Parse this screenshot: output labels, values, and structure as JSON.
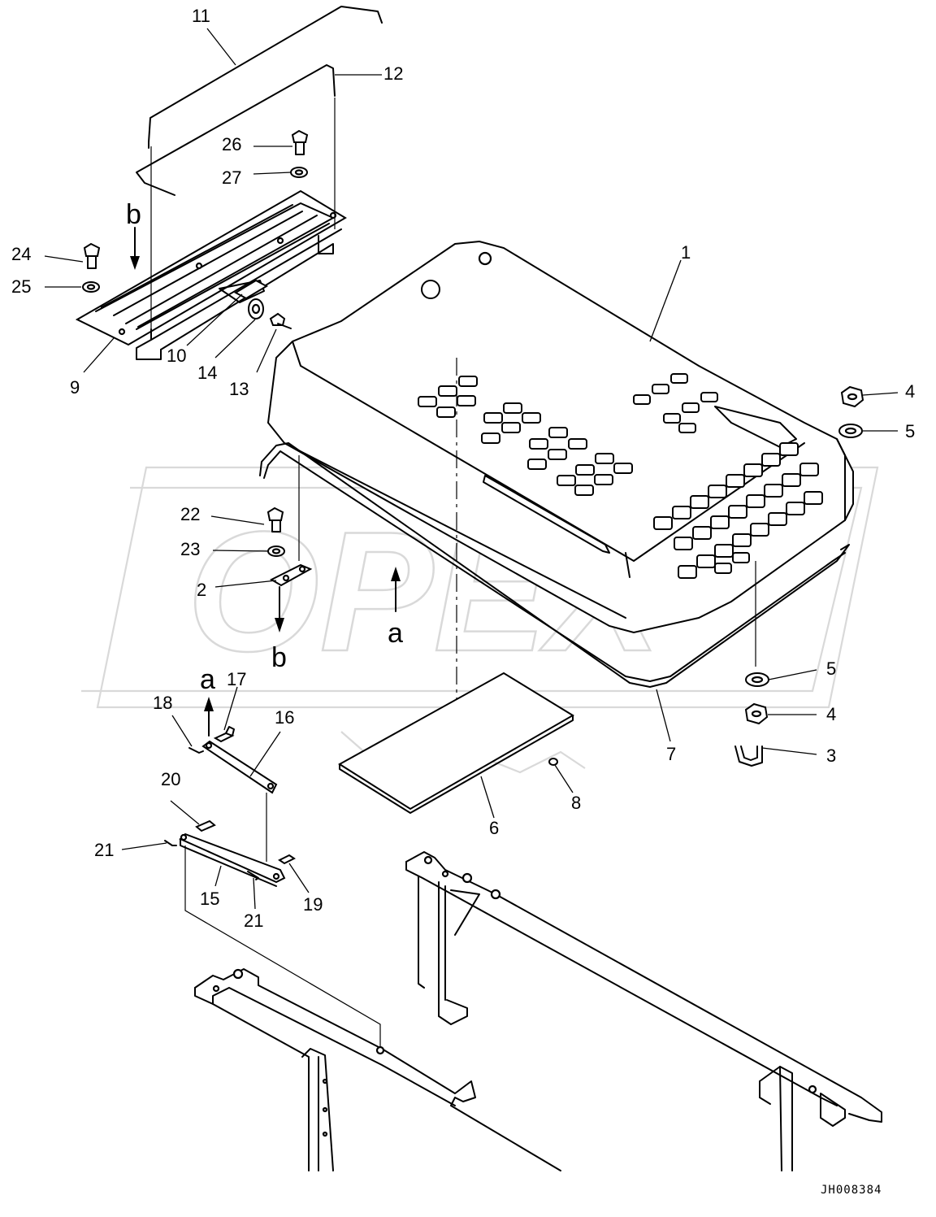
{
  "callouts": {
    "p1": "1",
    "p2": "2",
    "p3": "3",
    "p4a": "4",
    "p4b": "4",
    "p5a": "5",
    "p5b": "5",
    "p6": "6",
    "p7": "7",
    "p8": "8",
    "p9": "9",
    "p10": "10",
    "p11": "11",
    "p12": "12",
    "p13": "13",
    "p14": "14",
    "p15": "15",
    "p16": "16",
    "p17": "17",
    "p18": "18",
    "p19": "19",
    "p20": "20",
    "p21a": "21",
    "p21b": "21",
    "p22": "22",
    "p23": "23",
    "p24": "24",
    "p25": "25",
    "p26": "26",
    "p27": "27"
  },
  "view_letters": {
    "a1": "a",
    "a2": "a",
    "b1": "b",
    "b2": "b"
  },
  "drawing_code": "JH008384",
  "watermark": "OPEX"
}
